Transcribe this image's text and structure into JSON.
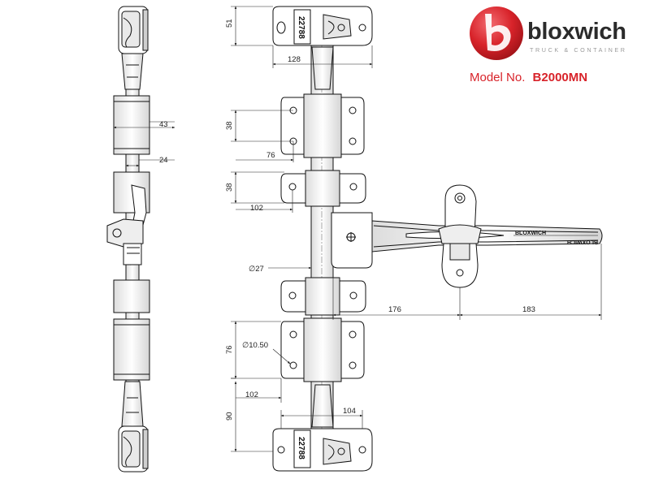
{
  "brand": {
    "name": "bloxwich",
    "tagline": "TRUCK & CONTAINER",
    "accent_color": "#d8232a",
    "logo_icon": "b-monogram-circle-icon"
  },
  "model": {
    "label": "Model No.",
    "number": "B2000MN"
  },
  "handle_labels": {
    "upper": "BLOXWICH",
    "lower": "BLOXWICH"
  },
  "part_stamps": {
    "top": "22788",
    "bottom": "22788"
  },
  "dimensions": {
    "side_top_width": "43",
    "side_mid_offset": "24",
    "top_bracket_height": "51",
    "top_bracket_width": "128",
    "guide1_height": "38",
    "guide1_offset": "76",
    "guide2_height": "38",
    "guide2_offset": "102",
    "bar_diameter": "∅27",
    "hub_to_pivot": "176",
    "handle_length": "183",
    "guide4_height": "76",
    "hole_diameter": "∅10.50",
    "guide4_offset": "102",
    "bottom_bracket_height": "90",
    "bottom_bracket_width": "104"
  }
}
